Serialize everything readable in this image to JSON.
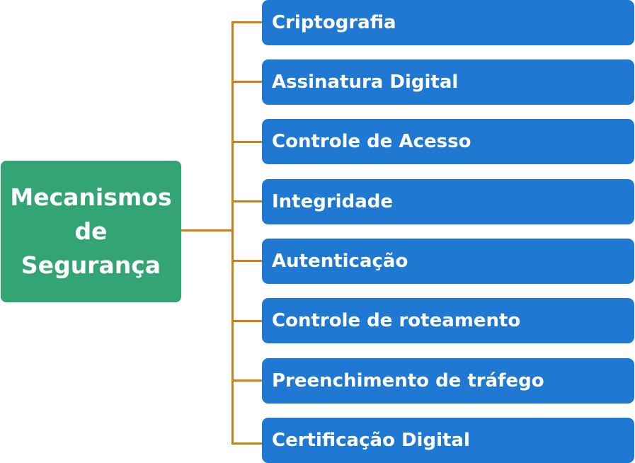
{
  "diagram": {
    "root": {
      "label": "Mecanismos\nde\nSegurança",
      "color": "#33a474"
    },
    "children": [
      {
        "label": "Criptografia"
      },
      {
        "label": "Assinatura Digital"
      },
      {
        "label": "Controle de Acesso"
      },
      {
        "label": "Integridade"
      },
      {
        "label": "Autenticação"
      },
      {
        "label": "Controle de roteamento"
      },
      {
        "label": "Preenchimento de tráfego"
      },
      {
        "label": "Certificação Digital"
      }
    ],
    "child_color": "#1f78d1",
    "connector_color": "#d07f15"
  }
}
